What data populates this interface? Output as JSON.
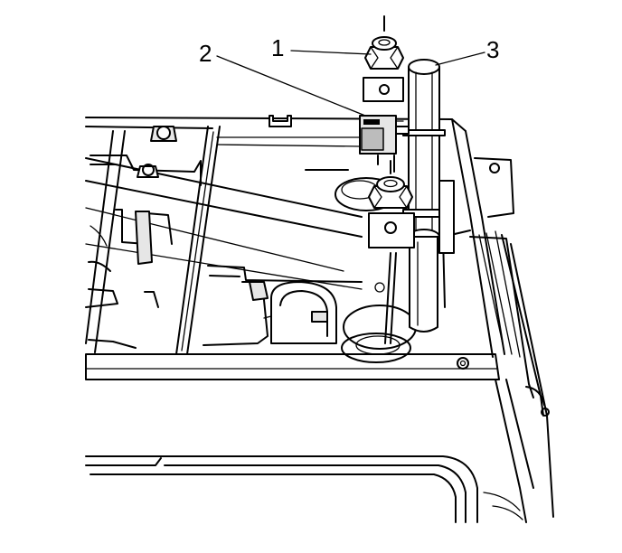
{
  "callouts": {
    "nut": "1",
    "connector": "2",
    "cylinder": "3"
  }
}
